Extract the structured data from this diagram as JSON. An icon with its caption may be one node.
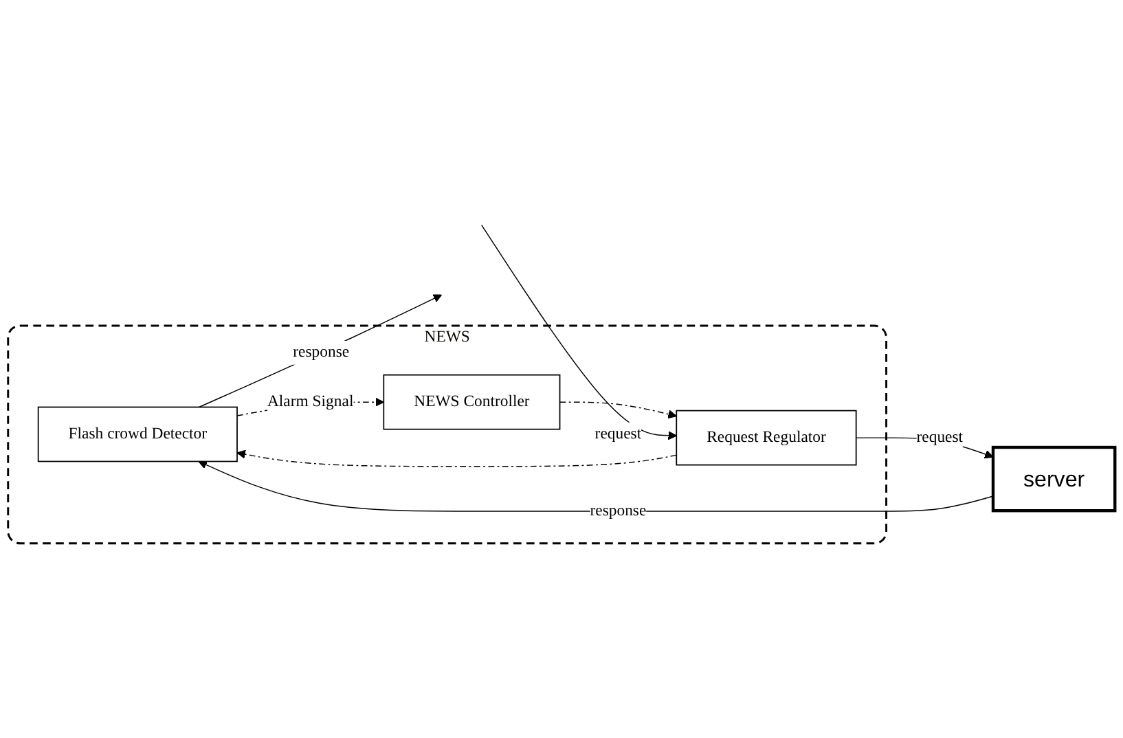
{
  "diagram": {
    "nodes": [
      {
        "text": [
          "NEWS"
        ]
      },
      {
        "text": [
          "Flash crowd Detector"
        ],
        "in": 0
      },
      {
        "text": [
          "NEWS Controller"
        ],
        "in": 0
      },
      {
        "text": [
          "Request Regulator"
        ],
        "in": 0
      },
      {
        "text": [
          "server"
        ]
      }
    ],
    "edges": [
      {
        "from": 4,
        "to": 1,
        "arrow": "to",
        "label": "response"
      },
      {
        "from": 1,
        "to": null,
        "arrow": "to",
        "label": "response"
      },
      {
        "from": 1,
        "to": 2,
        "arrow": "to",
        "label": "Alarm Signal",
        "style": "dashed"
      },
      {
        "from": 2,
        "to": 3,
        "arrow": "to",
        "style": "dashed"
      },
      {
        "from": null,
        "to": 3,
        "arrow": "to",
        "label": "request"
      },
      {
        "from": 3,
        "to": 4,
        "arrow": "to",
        "label": "request"
      },
      {
        "from": 3,
        "to": 1,
        "arrow": "to",
        "style": "dashed"
      }
    ]
  }
}
